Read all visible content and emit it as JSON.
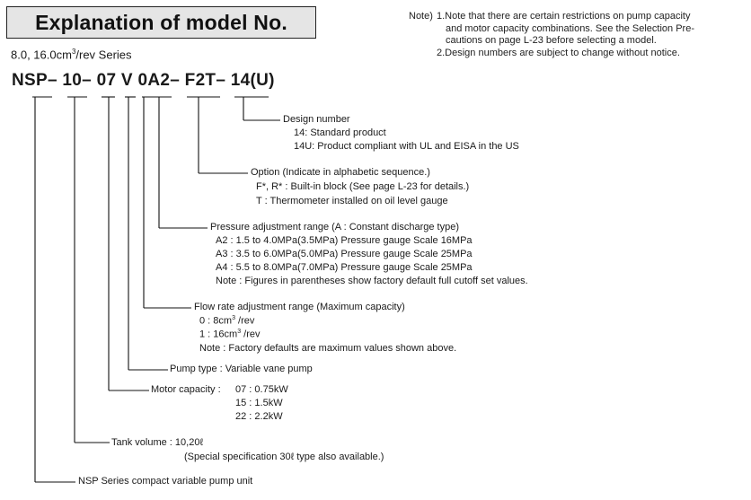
{
  "title": "Explanation of model No.",
  "series": {
    "prefix": "8.0, 16.0cm",
    "sup": "3",
    "suffix": "/rev Series"
  },
  "model_number": "NSP– 10– 07 V 0A2– F2T– 14(U)",
  "note": {
    "label": "Note)",
    "lines": [
      "1.Note that there are certain restrictions on pump capacity",
      "and motor capacity combinations. See the Selection Pre-",
      "cautions on page L-23 before selecting a model.",
      "2.Design numbers are subject to change without notice."
    ]
  },
  "design": {
    "head": "Design number",
    "lines": [
      "14: Standard product",
      "14U: Product compliant with UL and EISA in the US"
    ]
  },
  "option": {
    "head": "Option (Indicate in alphabetic sequence.)",
    "lines": [
      "F*, R* : Built-in block (See page L-23 for details.)",
      "T : Thermometer installed on oil level gauge"
    ]
  },
  "pressure": {
    "head": "Pressure adjustment range (A : Constant discharge type)",
    "lines": [
      "A2 : 1.5 to 4.0MPa(3.5MPa) Pressure gauge Scale 16MPa",
      "A3 : 3.5 to 6.0MPa(5.0MPa) Pressure gauge Scale 25MPa",
      "A4 : 5.5 to 8.0MPa(7.0MPa) Pressure gauge Scale 25MPa",
      "Note : Figures in parentheses show factory default full cutoff set values."
    ]
  },
  "flow": {
    "head": "Flow rate adjustment range (Maximum capacity)",
    "line0": {
      "prefix": "0 : 8cm",
      "sup": "3",
      "suffix": " /rev"
    },
    "line1": {
      "prefix": "1 : 16cm",
      "sup": "3",
      "suffix": " /rev"
    },
    "note": "Note : Factory defaults are maximum values shown above."
  },
  "pump_type": "Pump type : Variable vane pump",
  "motor": {
    "label": "Motor capacity :",
    "values": [
      "07 : 0.75kW",
      "15 : 1.5kW",
      "22 : 2.2kW"
    ]
  },
  "tank": {
    "head": "Tank volume : 10,20ℓ",
    "sub": "(Special specification 30ℓ type also available.)"
  },
  "nsp": "NSP Series compact variable pump unit"
}
